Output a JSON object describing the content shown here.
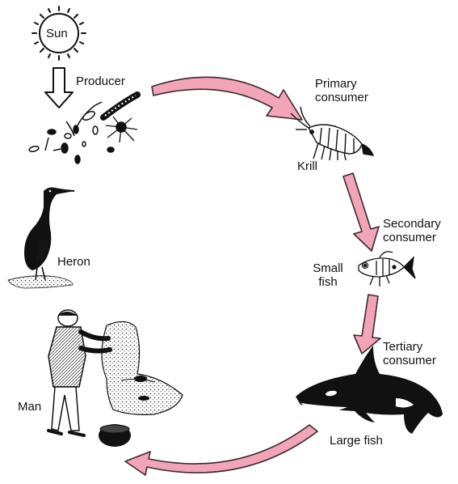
{
  "labels": {
    "sun": "Sun",
    "producer": "Producer",
    "primary_line1": "Primary",
    "primary_line2": "consumer",
    "krill": "Krill",
    "heron": "Heron",
    "secondary_line1": "Secondary",
    "secondary_line2": "consumer",
    "small_fish_line1": "Small",
    "small_fish_line2": "fish",
    "tertiary_line1": "Tertiary",
    "tertiary_line2": "consumer",
    "man": "Man",
    "large_fish": "Large fish"
  },
  "colors": {
    "arrow_fill": "#f2a5b8",
    "arrow_stroke": "#3a2a2e",
    "ink": "#111111",
    "orca_white": "#ffffff"
  },
  "icons": {
    "sun": "sun-icon",
    "plankton": "plankton-icon",
    "krill": "krill-icon",
    "heron": "heron-icon",
    "small_fish": "small-fish-icon",
    "orca": "orca-icon",
    "man": "man-with-net-icon"
  }
}
